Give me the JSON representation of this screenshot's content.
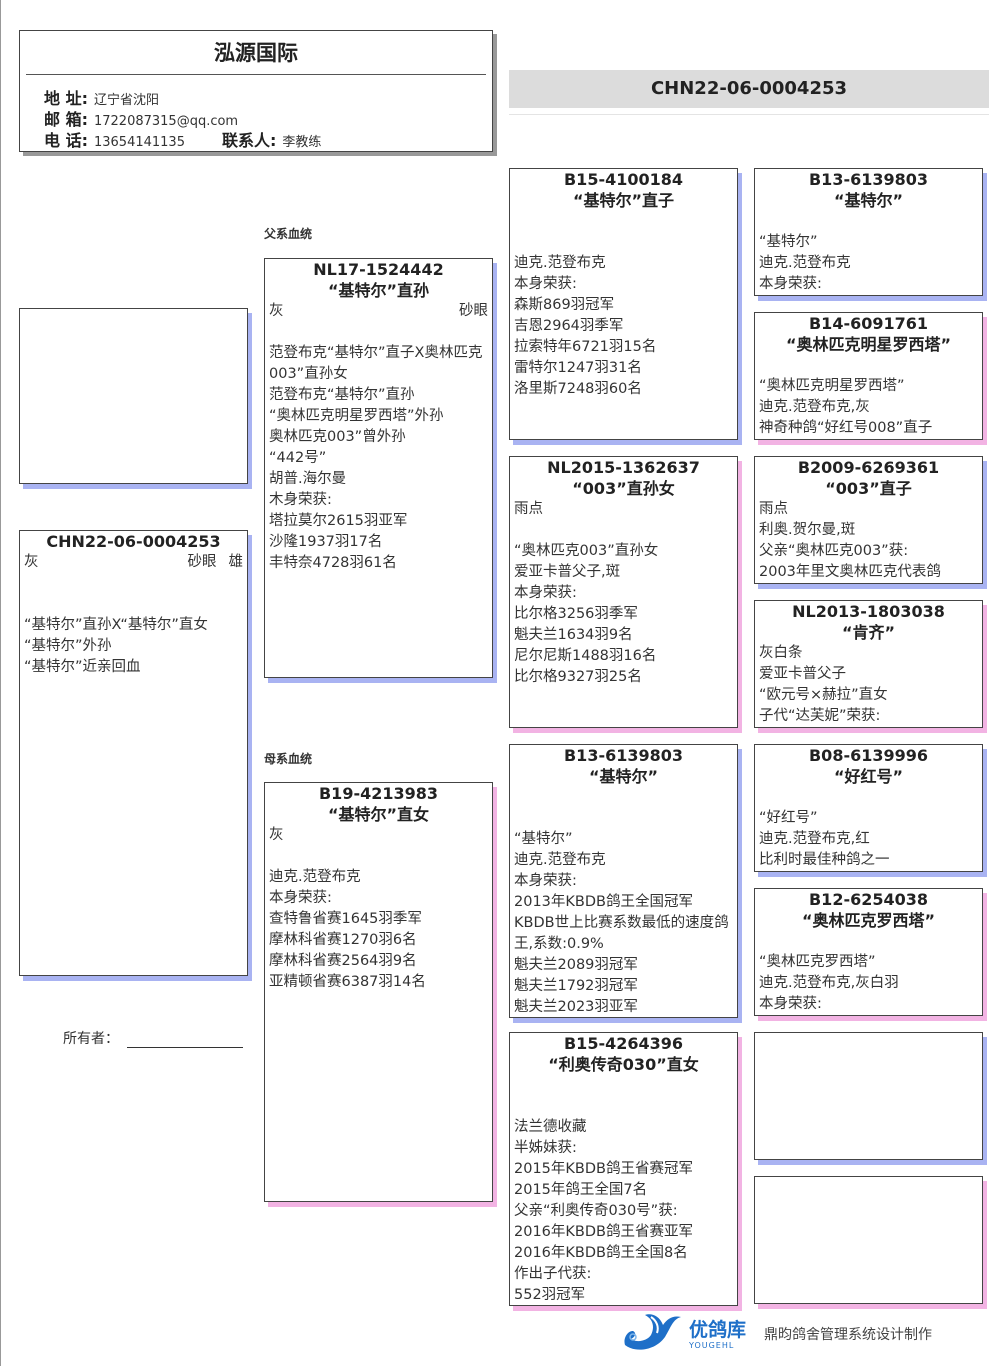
{
  "header": {
    "loft_name": "泓源国际",
    "address_label": "地 址:",
    "address": "辽宁省沈阳",
    "email_label": "邮 箱:",
    "email": "1722087315@qq.com",
    "phone_label": "电 话:",
    "phone": "13654141135",
    "contact_label": "联系人:",
    "contact": "李教练"
  },
  "title_ring": "CHN22-06-0004253",
  "sire_label": "父系血统",
  "dam_label": "母系血统",
  "owner_label": "所有者：",
  "footer": {
    "brand_cn": "优鸽库",
    "brand_en": "YOUGEHL",
    "credit": "鼎昀鸽舍管理系统设计制作"
  },
  "colors": {
    "male_shadow": "#a9b3f2",
    "female_shadow": "#f2b3e3",
    "band": "#dcdcdc",
    "brand": "#1e6fc8"
  },
  "boxes": {
    "photo": {
      "sex": "m",
      "ring": "",
      "name": "",
      "lines": []
    },
    "subject": {
      "sex": "m",
      "ring": "CHN22-06-0004253",
      "name": "",
      "attr": [
        "灰",
        "砂眼",
        "雄"
      ],
      "lines": [
        "",
        "",
        "“基特尔”直孙X“基特尔”直女",
        "“基特尔”外孙",
        "“基特尔”近亲回血"
      ]
    },
    "sire": {
      "sex": "m",
      "ring": "NL17-1524442",
      "name": "“基特尔”直孙",
      "attr": [
        "灰",
        "砂眼"
      ],
      "lines": [
        "",
        "范登布克“基特尔”直子X奥林匹克003”直孙女",
        "范登布克“基特尔”直孙",
        "“奥林匹克明星罗西塔”外孙",
        "奥林匹克003”曾外孙",
        "“442号”",
        "胡普.海尔曼",
        "木身荣获:",
        "塔拉莫尔2615羽亚军",
        "沙隆1937羽17名",
        "丰特奈4728羽61名"
      ]
    },
    "dam": {
      "sex": "f",
      "ring": "B19-4213983",
      "name": "“基特尔”直女",
      "lines": [
        "灰",
        "",
        "迪克.范登布克",
        "本身荣获:",
        "查特鲁省赛1645羽季军",
        "摩林科省赛1270羽6名",
        "摩林科省赛2564羽9名",
        "亚精顿省赛6387羽14名"
      ]
    },
    "ss": {
      "sex": "m",
      "ring": "B15-4100184",
      "name": "“基特尔”直子",
      "lines": [
        "",
        "",
        "迪克.范登布克",
        "本身荣获:",
        "森斯869羽冠军",
        "吉恩2964羽季军",
        "拉索特年6721羽15名",
        "雷特尔1247羽31名",
        "洛里斯7248羽60名"
      ]
    },
    "sd": {
      "sex": "f",
      "ring": "NL2015-1362637",
      "name": "“003”直孙女",
      "lines": [
        "雨点",
        "",
        "“奥林匹克003”直孙女",
        "爱亚卡普父子,斑",
        "本身荣获:",
        "比尔格3256羽季军",
        "魁夫兰1634羽9名",
        "尼尔尼斯1488羽16名",
        "比尔格9327羽25名"
      ]
    },
    "ds": {
      "sex": "m",
      "ring": "B13-6139803",
      "name": "“基特尔”",
      "lines": [
        "",
        "",
        "“基特尔”",
        "迪克.范登布克",
        "本身荣获:",
        "2013年KBDB鸽王全国冠军",
        "KBDB世上比赛系数最低的速度鸽王,系数:0.9%",
        "魁夫兰2089羽冠军",
        "魁夫兰1792羽冠军",
        "魁夫兰2023羽亚军"
      ]
    },
    "dd": {
      "sex": "f",
      "ring": "B15-4264396",
      "name": "“利奥传奇030”直女",
      "lines": [
        "",
        "",
        "法兰德收藏",
        "半姊妹获:",
        "2015年KBDB鸽王省赛冠军",
        "2015年鸽王全国7名",
        "父亲“利奥传奇030号”获:",
        "2016年KBDB鸽王省赛亚军",
        "2016年KBDB鸽王全国8名",
        "作出子代获:",
        "552羽冠军"
      ]
    },
    "sss": {
      "sex": "m",
      "ring": "B13-6139803",
      "name": "“基特尔”",
      "lines": [
        "",
        "“基特尔”",
        "迪克.范登布克",
        "本身荣获:"
      ]
    },
    "ssd": {
      "sex": "f",
      "ring": "B14-6091761",
      "name": "“奥林匹克明星罗西塔”",
      "lines": [
        "",
        "“奥林匹克明星罗西塔”",
        "迪克.范登布克,灰",
        "神奇种鸽“好红号008”直子"
      ]
    },
    "sds": {
      "sex": "m",
      "ring": "B2009-6269361",
      "name": "“003”直子",
      "lines": [
        "雨点",
        "利奥.贺尔曼,斑",
        "父亲“奥林匹克003”获:",
        "2003年里文奥林匹克代表鸽"
      ]
    },
    "sdd": {
      "sex": "f",
      "ring": "NL2013-1803038",
      "name": "“肯齐”",
      "lines": [
        "灰白条",
        "爱亚卡普父子",
        "“欧元号×赫拉”直女",
        "子代“达芙妮”荣获:"
      ]
    },
    "dss": {
      "sex": "m",
      "ring": "B08-6139996",
      "name": "“好红号”",
      "lines": [
        "",
        "“好红号”",
        "迪克.范登布克,红",
        "比利时最佳种鸽之一"
      ]
    },
    "dsd": {
      "sex": "f",
      "ring": "B12-6254038",
      "name": "“奥林匹克罗西塔”",
      "lines": [
        "",
        "“奥林匹克罗西塔”",
        "迪克.范登布克,灰白羽",
        "本身荣获:"
      ]
    },
    "dds": {
      "sex": "m",
      "ring": "",
      "name": "",
      "lines": []
    },
    "ddd": {
      "sex": "f",
      "ring": "",
      "name": "",
      "lines": []
    }
  }
}
